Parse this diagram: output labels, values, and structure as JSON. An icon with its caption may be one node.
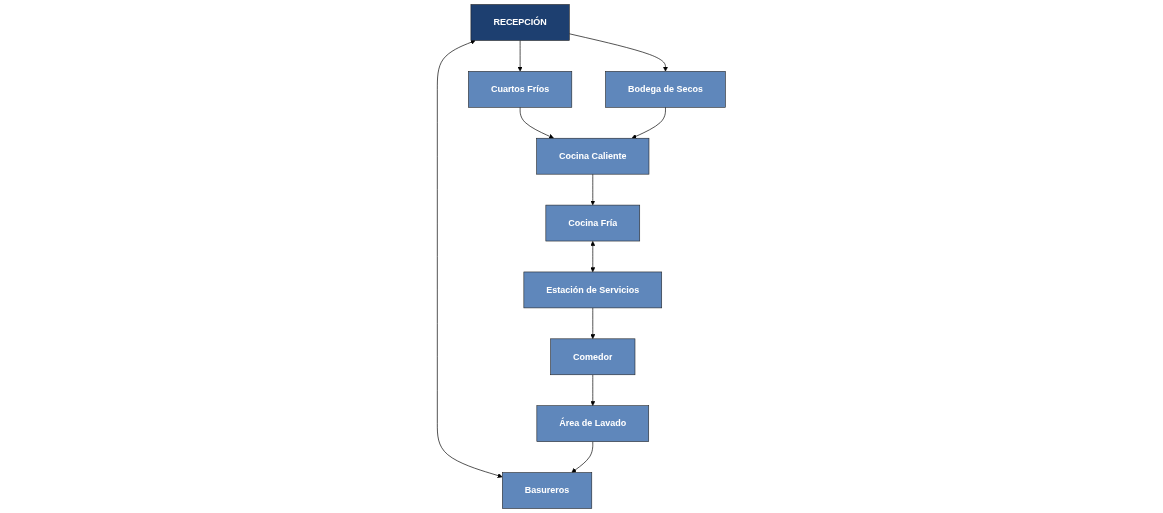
{
  "diagram": {
    "nodes": [
      {
        "text": [
          "RECEPCIÓN"
        ]
      },
      {
        "text": [
          "Basureros"
        ]
      },
      {
        "text": [
          "Cuartos Fríos"
        ]
      },
      {
        "text": [
          "Bodega de Secos"
        ]
      },
      {
        "text": [
          "Cocina Caliente"
        ]
      },
      {
        "text": [
          "Área de Lavado"
        ]
      },
      {
        "text": [
          "Cocina Fría"
        ]
      },
      {
        "text": [
          "Estación de Servicios"
        ]
      },
      {
        "text": [
          "Comedor"
        ]
      }
    ],
    "edges": [
      {
        "from": 0,
        "to": 1,
        "arrow": "both"
      },
      {
        "from": 0,
        "to": 2,
        "arrow": "to"
      },
      {
        "from": 0,
        "to": 3,
        "arrow": "to"
      },
      {
        "from": 2,
        "to": 4,
        "arrow": "to"
      },
      {
        "from": 3,
        "to": 4,
        "arrow": "to"
      },
      {
        "from": 4,
        "to": 6,
        "arrow": "to"
      },
      {
        "from": 6,
        "to": 7,
        "arrow": "both"
      },
      {
        "from": 7,
        "to": 8,
        "arrow": "to"
      },
      {
        "from": 8,
        "to": 5,
        "arrow": "to"
      },
      {
        "from": 5,
        "to": 1,
        "arrow": "to"
      }
    ]
  }
}
